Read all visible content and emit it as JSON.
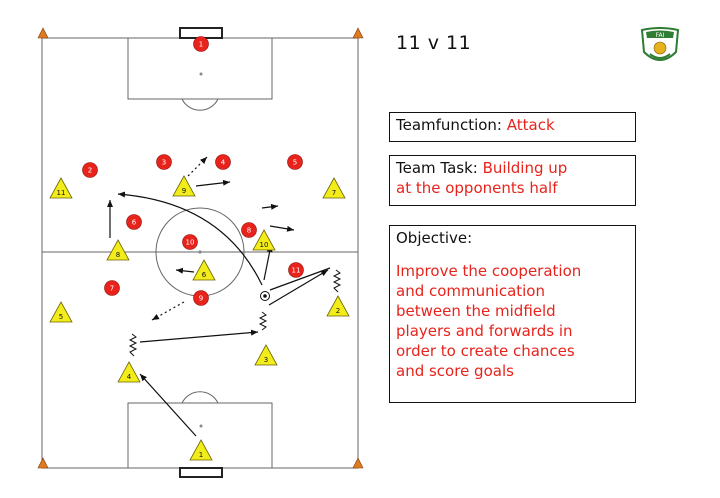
{
  "title": "11 v 11",
  "logo_text": "FAI",
  "team_function": {
    "label": "Teamfunction:",
    "value": "Attack"
  },
  "team_task": {
    "label": "Team Task:",
    "value_line1": "Building up",
    "value_line2": "at the opponents half"
  },
  "objective": {
    "label": "Objective:",
    "lines": [
      "Improve the cooperation",
      "and communication",
      "between the midfield",
      "players and forwards in",
      "order to create chances",
      "and score goals"
    ]
  },
  "colors": {
    "opponent": "#e8231c",
    "attacker": "#f2ec1a",
    "cone": "#e07a1e",
    "accent_text": "#e8231c"
  },
  "players": {
    "red": [
      "1",
      "2",
      "3",
      "4",
      "5",
      "6",
      "7",
      "8",
      "9",
      "10",
      "11"
    ],
    "yellow": [
      "1",
      "2",
      "3",
      "4",
      "5",
      "6",
      "7",
      "8",
      "9",
      "10",
      "11"
    ]
  }
}
